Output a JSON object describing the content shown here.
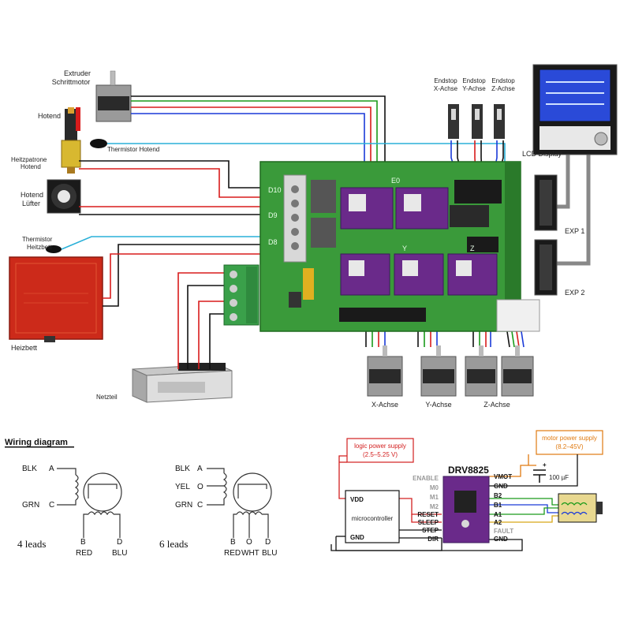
{
  "top": {
    "extruder_motor": "Extruder\nSchrittmotor",
    "extruder_line1": "Extruder",
    "extruder_line2": "Schrittmotor",
    "hotend": "Hotend",
    "thermistor_hotend": "Thermistor Hotend",
    "heater_line1": "Heitzpatrone",
    "heater_line2": "Hotend",
    "fan_line1": "Hotend",
    "fan_line2": "Lüfter",
    "thermistor_bed_line1": "Thermistor",
    "thermistor_bed_line2": "Heitzbett",
    "heatbed": "Heizbett",
    "psu": "Netzteil",
    "endstops": [
      {
        "line1": "Endstop",
        "line2": "X-Achse"
      },
      {
        "line1": "Endstop",
        "line2": "Y-Achse"
      },
      {
        "line1": "Endstop",
        "line2": "Z-Achse"
      }
    ],
    "lcd": "LCD Display",
    "exp1": "EXP 1",
    "exp2": "EXP 2",
    "axis_x": "X-Achse",
    "axis_y": "Y-Achse",
    "axis_z": "Z-Achse",
    "board_labels": [
      "D10",
      "D9",
      "D8",
      "E0",
      "Y",
      "Z"
    ]
  },
  "wiring": {
    "title": "Wiring diagram",
    "four": {
      "wires": [
        "BLK",
        "GRN"
      ],
      "pins": [
        "A",
        "C",
        "B",
        "D"
      ],
      "bottom_wires": [
        "RED",
        "BLU"
      ],
      "caption": "4 leads"
    },
    "six": {
      "wires": [
        "BLK",
        "YEL",
        "GRN"
      ],
      "pins": [
        "A",
        "O",
        "C",
        "B",
        "O",
        "D"
      ],
      "bottom_wires": [
        "RED",
        "WHT",
        "BLU"
      ],
      "caption": "6 leads"
    }
  },
  "drv": {
    "title": "DRV8825",
    "logic_supply_line1": "logic power supply",
    "logic_supply_line2": "(2.5–5.25 V)",
    "motor_supply_line1": "motor power supply",
    "motor_supply_line2": "(8.2–45V)",
    "cap": "100 µF",
    "plus": "+",
    "mcu_vdd": "VDD",
    "mcu_name": "microcontroller",
    "mcu_gnd": "GND",
    "left_pins": [
      "ENABLE",
      "M0",
      "M1",
      "M2",
      "RESET",
      "SLEEP",
      "STEP",
      "DIR"
    ],
    "right_pins": [
      "VMOT",
      "GND",
      "B2",
      "B1",
      "A1",
      "A2",
      "FAULT",
      "GND"
    ]
  },
  "colors": {
    "board": "#3a9a3a",
    "driver": "#6a2a8a",
    "heatbed": "#cc2a1a",
    "terminal": "#3aa04a",
    "wire_red": "#d81c1c",
    "wire_black": "#111111",
    "wire_green": "#1a9a1a",
    "wire_blue": "#1a3ad8",
    "wire_cyan": "#2ab0d8",
    "wire_gray": "#888888",
    "lcd_screen": "#2a4ad8",
    "logic_box": "#d32020",
    "motor_box": "#e07a10"
  }
}
